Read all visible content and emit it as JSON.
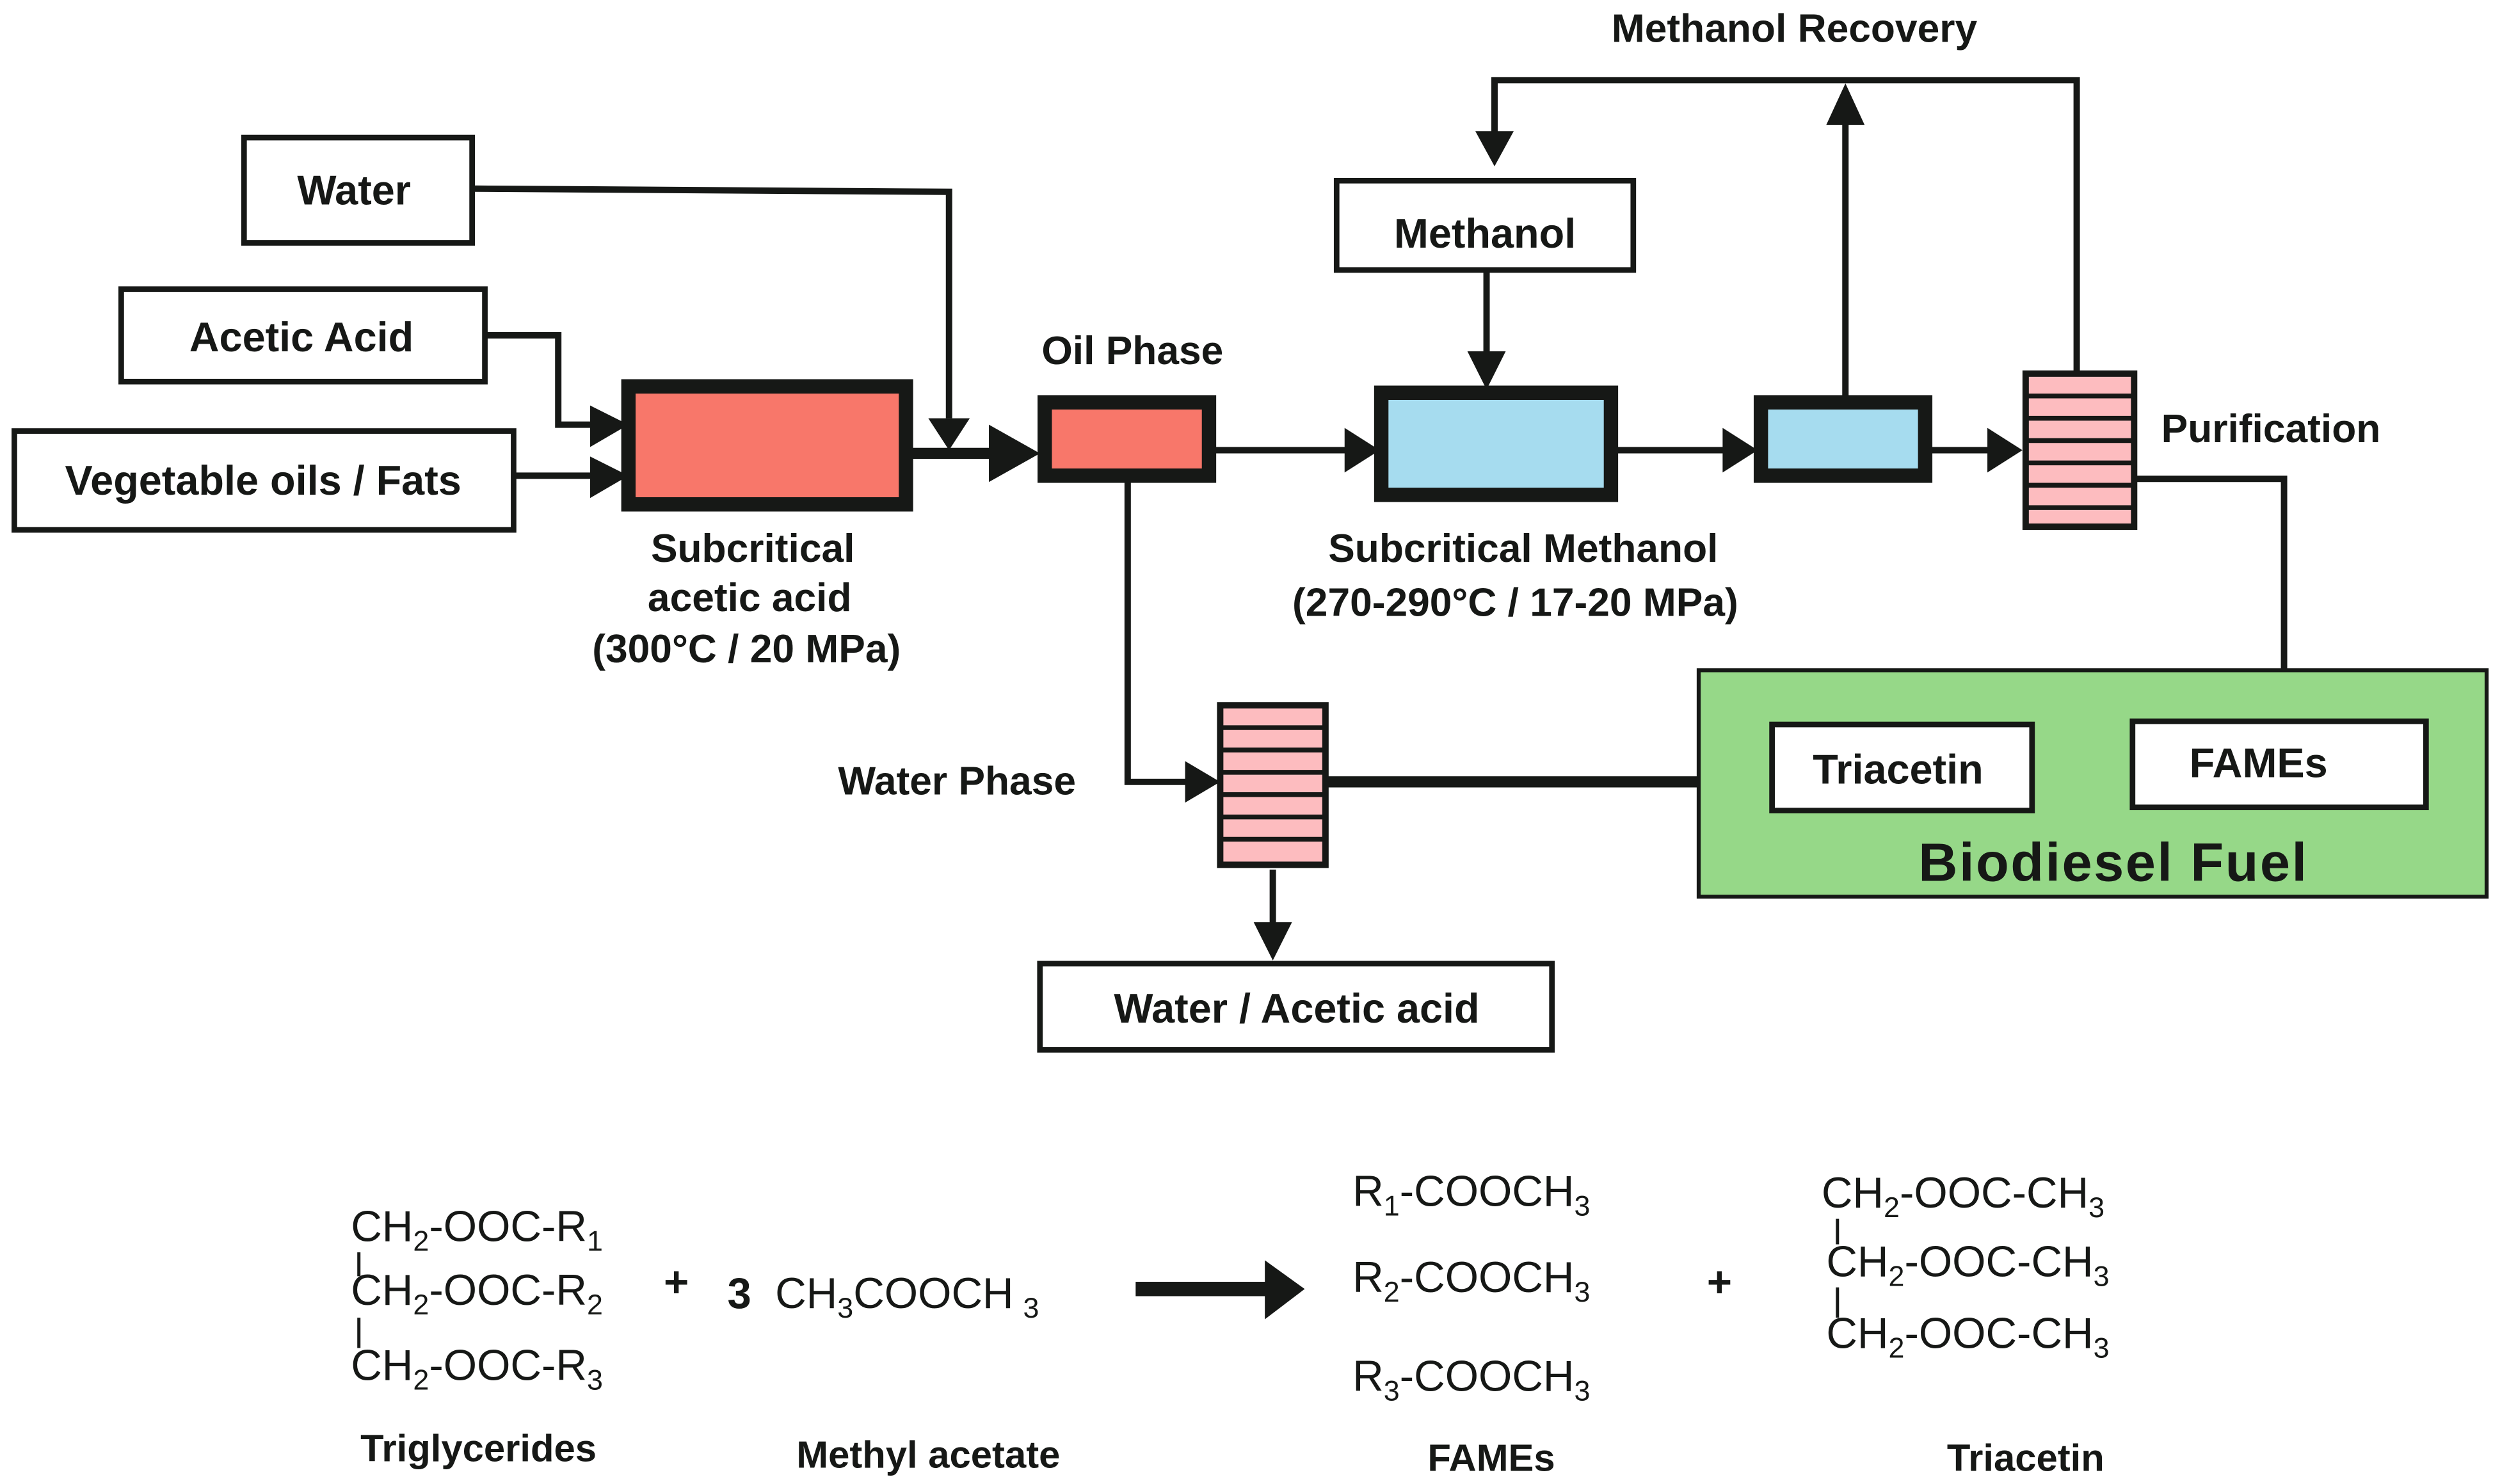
{
  "colors": {
    "ink": "#161816",
    "reactor_acetic": "#f8776a",
    "reactor_methanol": "#a6dcef",
    "column": "#fdbcbf",
    "biodiesel_panel": "#96d888",
    "input_box": "#ffffff",
    "water_box": "#f8fcfd"
  },
  "inputs": {
    "water": "Water",
    "acetic_acid": "Acetic Acid",
    "vegetable_oils": "Vegetable oils / Fats",
    "methanol": "Methanol"
  },
  "labels": {
    "oil_phase": "Oil Phase",
    "water_phase": "Water Phase",
    "methanol_recovery": "Methanol Recovery",
    "purification": "Purification",
    "acetic_reactor": [
      "Subcritical",
      "acetic acid",
      "(300°C / 20 MPa)"
    ],
    "methanol_reactor": [
      "Subcritical Methanol",
      "(270-290°C / 17-20 MPa)"
    ]
  },
  "outputs": {
    "water_acetic": "Water / Acetic acid",
    "triacetin": "Triacetin",
    "fames": "FAMEs",
    "biodiesel_title": "Biodiesel Fuel"
  },
  "equation": {
    "triglycerides": {
      "lines": [
        {
          "main": "CH",
          "sub1": "2",
          "mid": "-OOC-R",
          "sub2": "1"
        },
        {
          "main": "CH",
          "sub1": "2",
          "mid": "-OOC-R",
          "sub2": "2"
        },
        {
          "main": "CH",
          "sub1": "2",
          "mid": "-OOC-R",
          "sub2": "3"
        }
      ],
      "name": "Triglycerides"
    },
    "plus": "+",
    "coefficient": "3",
    "methyl_acetate": {
      "a": "CH",
      "s1": "3",
      "b": "COOCH",
      "s2": "3",
      "name": "Methyl acetate"
    },
    "fames": {
      "lines": [
        {
          "a": "R",
          "s1": "1",
          "b": "-COOCH",
          "s2": "3"
        },
        {
          "a": "R",
          "s1": "2",
          "b": "-COOCH",
          "s2": "3"
        },
        {
          "a": "R",
          "s1": "3",
          "b": "-COOCH",
          "s2": "3"
        }
      ],
      "name": "FAMEs"
    },
    "triacetin": {
      "lines": [
        {
          "a": "CH",
          "s1": "2",
          "b": "-OOC-CH",
          "s2": "3"
        },
        {
          "a": "CH",
          "s1": "2",
          "b": "-OOC-CH",
          "s2": "3"
        },
        {
          "a": "CH",
          "s1": "2",
          "b": "-OOC-CH",
          "s2": "3"
        }
      ],
      "name": "Triacetin"
    }
  }
}
